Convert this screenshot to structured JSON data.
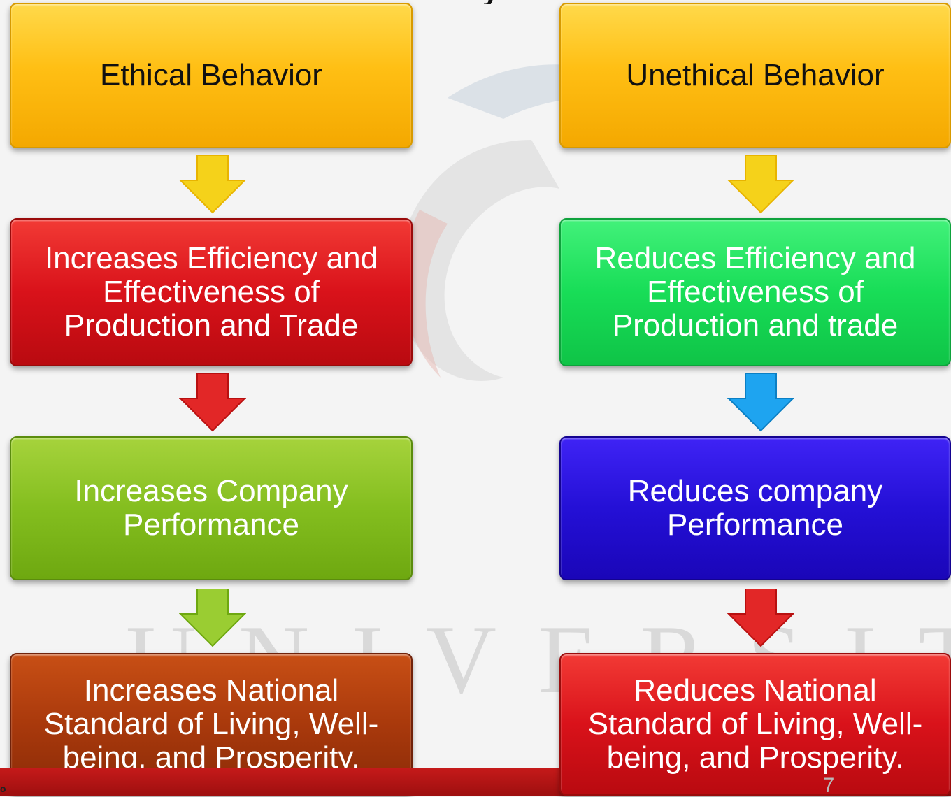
{
  "title_fragment": "y",
  "slide_number": "7",
  "footer_fragment": "o",
  "watermark_text": "UNIVERSITY",
  "left_column": {
    "box1": "Ethical Behavior",
    "box2": [
      "Increases Efficiency and",
      "Effectiveness of",
      "Production and Trade"
    ],
    "box3": [
      "Increases Company",
      "Performance"
    ],
    "box4": [
      "Increases National",
      "Standard of Living, Well-",
      "being, and Prosperity."
    ]
  },
  "right_column": {
    "box1": "Unethical Behavior",
    "box2": [
      "Reduces Efficiency and",
      "Effectiveness of",
      "Production and trade"
    ],
    "box3": [
      "Reduces company",
      "Performance"
    ],
    "box4": [
      "Reduces National",
      "Standard of Living, Well-",
      "being, and Prosperity."
    ]
  },
  "colors": {
    "yellow": "#ffbf14",
    "red": "#d9121a",
    "lime": "#84be1f",
    "brown": "#a9390c",
    "green": "#18dd57",
    "blue": "#2410d6",
    "arrow_yellow": "#f5d21a",
    "arrow_red": "#e22727",
    "arrow_lime": "#9acd32",
    "arrow_cyan": "#1ea4f0"
  },
  "icons": [
    "down-arrow-icon"
  ]
}
